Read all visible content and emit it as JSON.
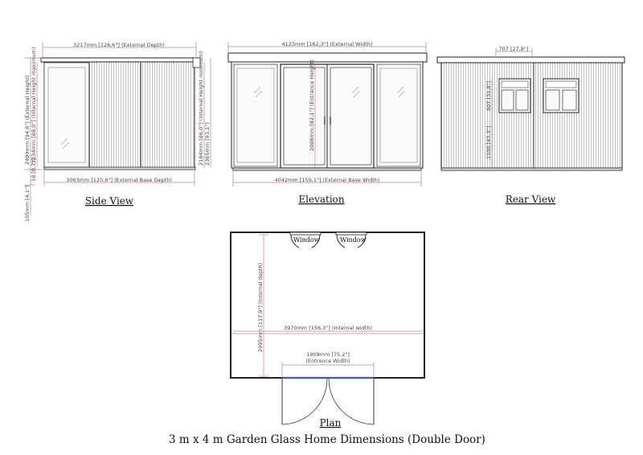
{
  "title": "3 m x 4 m  Garden Glass Home  Dimensions (Double Door)",
  "captions": {
    "side": "Side View",
    "elevation": "Elevation",
    "rear": "Rear View",
    "plan": "Plan"
  },
  "side_view": {
    "external_depth": "3217mm [126,6\"] (External Depth)",
    "external_base_depth": "3063mm [120,6\"] (External Base Depth)",
    "external_height": "2409mm [94,8\"] (External Height)",
    "internal_height_max": "2234mm [88,0\"] (Internal Height maximum)",
    "gap_18": "18 [0,7\"]",
    "base_105": "105mm [4,1\"]",
    "internal_height_min": "2184mm [86,0\"] (Internal Height minimum)",
    "height_2365": "2365mm [93,1\"]"
  },
  "elevation": {
    "external_width": "4123mm [162,3\"] (External Width)",
    "external_base_width": "4042mm [159,1\"] (External Base Width)",
    "entrance_height": "2086mm [82,1\"] (Entrance Height)"
  },
  "rear_view": {
    "window_width": "707 [27,8\"]",
    "window_height": "807 [31,8\"]",
    "sill_height": "1100 [43,3\"]"
  },
  "plan": {
    "window_labels": [
      "Window",
      "Window"
    ],
    "internal_depth": "2995mm [117,9\"] (Internal depth)",
    "internal_width": "3970mm [156,3\"] (Internal width)",
    "entrance_width": "1909mm [75,2\"]",
    "entrance_label": "(Entrance Width)"
  }
}
